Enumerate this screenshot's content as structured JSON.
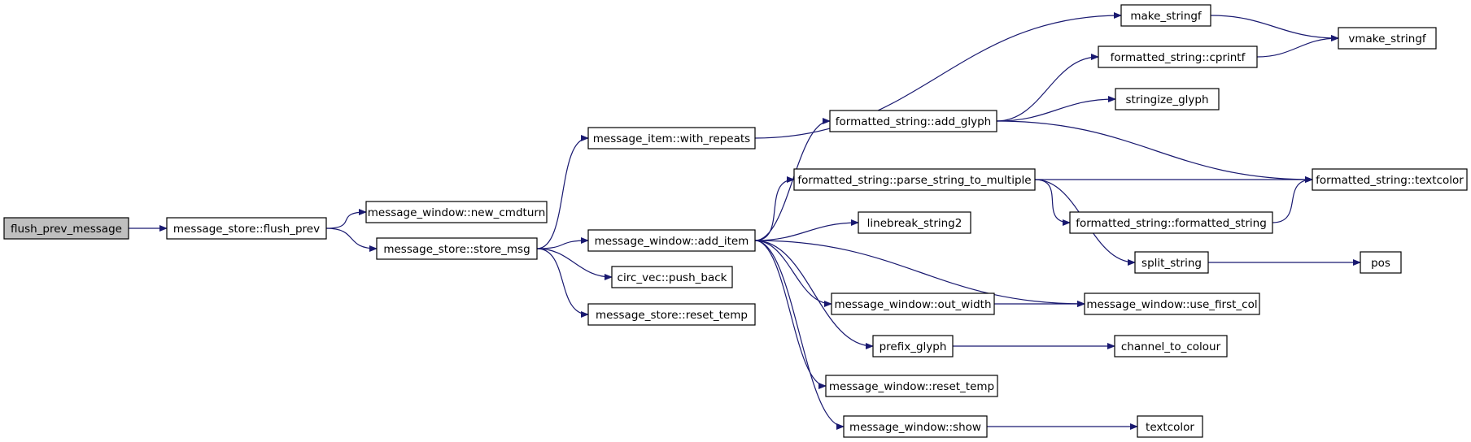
{
  "diagram": {
    "nodes": [
      {
        "id": "flush_prev_message",
        "label": "flush_prev_message",
        "root": true
      },
      {
        "id": "ms_flush_prev",
        "label": "message_store::flush_prev"
      },
      {
        "id": "mw_new_cmdturn",
        "label": "message_window::new_cmdturn"
      },
      {
        "id": "ms_store_msg",
        "label": "message_store::store_msg"
      },
      {
        "id": "mi_with_repeats",
        "label": "message_item::with_repeats"
      },
      {
        "id": "mw_add_item",
        "label": "message_window::add_item"
      },
      {
        "id": "cv_push_back",
        "label": "circ_vec::push_back"
      },
      {
        "id": "ms_reset_temp",
        "label": "message_store::reset_temp"
      },
      {
        "id": "make_stringf",
        "label": "make_stringf"
      },
      {
        "id": "vmake_stringf",
        "label": "vmake_stringf"
      },
      {
        "id": "fs_cprintf",
        "label": "formatted_string::cprintf"
      },
      {
        "id": "fs_add_glyph",
        "label": "formatted_string::add_glyph"
      },
      {
        "id": "stringize_glyph",
        "label": "stringize_glyph"
      },
      {
        "id": "fs_parse",
        "label": "formatted_string::parse_string_to_multiple"
      },
      {
        "id": "fs_textcolor",
        "label": "formatted_string::textcolor"
      },
      {
        "id": "linebreak_string2",
        "label": "linebreak_string2"
      },
      {
        "id": "fs_formatted_string",
        "label": "formatted_string::formatted_string"
      },
      {
        "id": "split_string",
        "label": "split_string"
      },
      {
        "id": "pos",
        "label": "pos"
      },
      {
        "id": "mw_out_width",
        "label": "message_window::out_width"
      },
      {
        "id": "mw_use_first_col",
        "label": "message_window::use_first_col"
      },
      {
        "id": "prefix_glyph",
        "label": "prefix_glyph"
      },
      {
        "id": "channel_to_colour",
        "label": "channel_to_colour"
      },
      {
        "id": "mw_reset_temp",
        "label": "message_window::reset_temp"
      },
      {
        "id": "mw_show",
        "label": "message_window::show"
      },
      {
        "id": "textcolor",
        "label": "textcolor"
      }
    ],
    "edges": [
      [
        "flush_prev_message",
        "ms_flush_prev"
      ],
      [
        "ms_flush_prev",
        "mw_new_cmdturn"
      ],
      [
        "ms_flush_prev",
        "ms_store_msg"
      ],
      [
        "ms_store_msg",
        "mi_with_repeats"
      ],
      [
        "ms_store_msg",
        "mw_add_item"
      ],
      [
        "ms_store_msg",
        "cv_push_back"
      ],
      [
        "ms_store_msg",
        "ms_reset_temp"
      ],
      [
        "mi_with_repeats",
        "make_stringf"
      ],
      [
        "make_stringf",
        "vmake_stringf"
      ],
      [
        "fs_cprintf",
        "vmake_stringf"
      ],
      [
        "mw_add_item",
        "fs_add_glyph"
      ],
      [
        "mw_add_item",
        "fs_parse"
      ],
      [
        "mw_add_item",
        "linebreak_string2"
      ],
      [
        "mw_add_item",
        "mw_out_width"
      ],
      [
        "mw_add_item",
        "mw_use_first_col"
      ],
      [
        "mw_add_item",
        "prefix_glyph"
      ],
      [
        "mw_add_item",
        "mw_reset_temp"
      ],
      [
        "mw_add_item",
        "mw_show"
      ],
      [
        "fs_add_glyph",
        "fs_cprintf"
      ],
      [
        "fs_add_glyph",
        "stringize_glyph"
      ],
      [
        "fs_add_glyph",
        "fs_textcolor"
      ],
      [
        "fs_parse",
        "fs_textcolor"
      ],
      [
        "fs_parse",
        "fs_formatted_string"
      ],
      [
        "fs_parse",
        "split_string"
      ],
      [
        "fs_formatted_string",
        "fs_textcolor"
      ],
      [
        "split_string",
        "pos"
      ],
      [
        "mw_out_width",
        "mw_use_first_col"
      ],
      [
        "prefix_glyph",
        "channel_to_colour"
      ],
      [
        "mw_show",
        "textcolor"
      ]
    ],
    "colors": {
      "edge": "#191970",
      "node_border": "#000000",
      "root_fill": "#bfbfbf",
      "node_fill": "#ffffff"
    }
  }
}
